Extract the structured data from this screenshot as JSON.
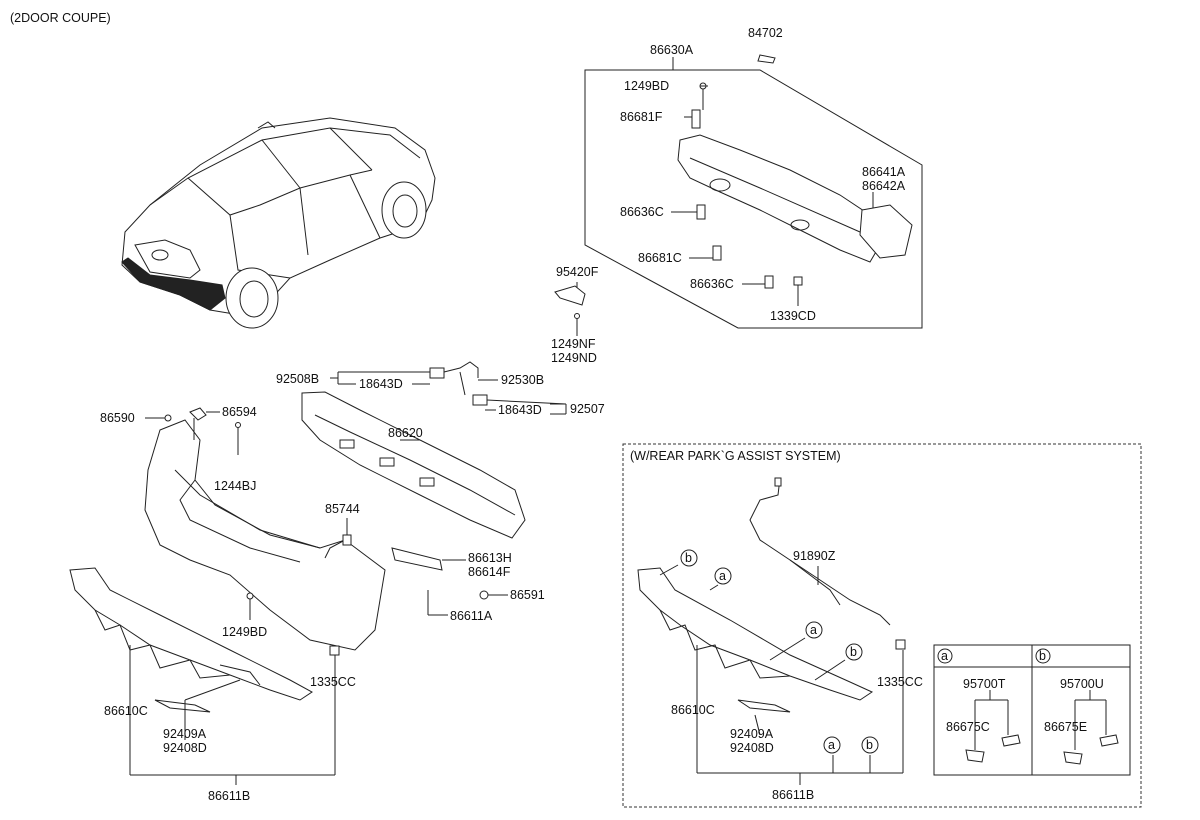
{
  "header": {
    "variant": "(2DOOR COUPE)"
  },
  "parking_assist_box": {
    "title": "(W/REAR PARK`G ASSIST SYSTEM)"
  },
  "legend": {
    "a": "a",
    "b": "b"
  },
  "labels": {
    "p84702": "84702",
    "p86630A": "86630A",
    "p1249BD_top": "1249BD",
    "p86681F": "86681F",
    "p86641A": "86641A",
    "p86642A": "86642A",
    "p86636C_1": "86636C",
    "p86681C": "86681C",
    "p86636C_2": "86636C",
    "p1339CD": "1339CD",
    "p95420F": "95420F",
    "p1249NF": "1249NF",
    "p1249ND": "1249ND",
    "p92508B": "92508B",
    "p18643D_1": "18643D",
    "p92530B": "92530B",
    "p18643D_2": "18643D",
    "p92507": "92507",
    "p86590": "86590",
    "p86594": "86594",
    "p86620": "86620",
    "p1244BJ": "1244BJ",
    "p85744": "85744",
    "p86613H": "86613H",
    "p86614F": "86614F",
    "p86591": "86591",
    "p86611A": "86611A",
    "p1249BD_bot": "1249BD",
    "p1335CC_l": "1335CC",
    "p86610C_l": "86610C",
    "p92409A_l": "92409A",
    "p92408D_l": "92408D",
    "p86611B_l": "86611B",
    "p91890Z": "91890Z",
    "p1335CC_r": "1335CC",
    "p86610C_r": "86610C",
    "p92409A_r": "92409A",
    "p92408D_r": "92408D",
    "p86611B_r": "86611B",
    "p95700T": "95700T",
    "p86675C": "86675C",
    "p95700U": "95700U",
    "p86675E": "86675E"
  }
}
